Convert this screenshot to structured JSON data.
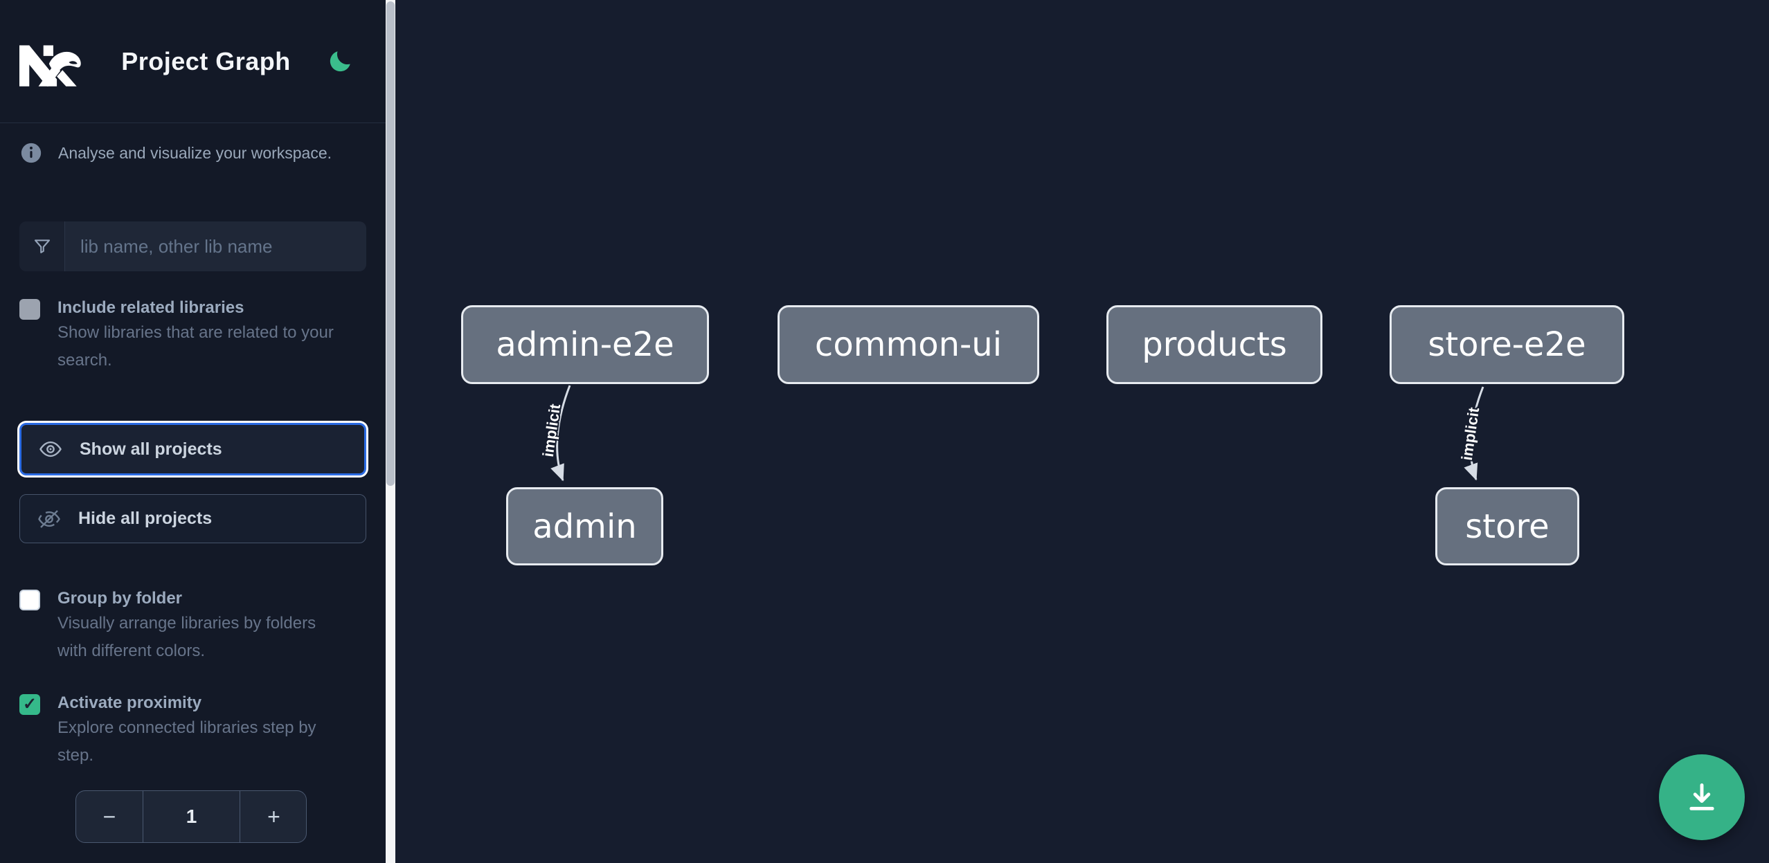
{
  "header": {
    "title": "Project Graph"
  },
  "intro": {
    "text": "Analyse and visualize your workspace."
  },
  "search": {
    "placeholder": "lib name, other lib name"
  },
  "filters": {
    "include_related": {
      "label": "Include related libraries",
      "description": "Show libraries that are related to your search.",
      "checked": false
    },
    "show_all_label": "Show all projects",
    "hide_all_label": "Hide all projects",
    "group_by_folder": {
      "label": "Group by folder",
      "description": "Visually arrange libraries by folders with different colors.",
      "checked": false
    },
    "activate_proximity": {
      "label": "Activate proximity",
      "description": "Explore connected libraries step by step.",
      "checked": true,
      "check_glyph": "✓"
    }
  },
  "stepper": {
    "decrement_label": "−",
    "value": "1",
    "increment_label": "+"
  },
  "graph": {
    "nodes": [
      {
        "label": "admin-e2e"
      },
      {
        "label": "common-ui"
      },
      {
        "label": "products"
      },
      {
        "label": "store-e2e"
      },
      {
        "label": "admin"
      },
      {
        "label": "store"
      }
    ],
    "edges": [
      {
        "from": "admin-e2e",
        "to": "admin",
        "label": "implicit"
      },
      {
        "from": "store-e2e",
        "to": "store",
        "label": "implicit"
      }
    ]
  },
  "icons": {
    "logo": "nx-logo",
    "theme": "moon-icon",
    "info": "info-icon",
    "search": "funnel-icon",
    "show": "eye-icon",
    "hide": "eye-off-icon",
    "fab": "download-icon"
  },
  "colors": {
    "accent_green": "#35b287",
    "focus_blue": "#2b6be3",
    "node_fill": "#66707f",
    "node_border": "#e7ebf0",
    "edge": "#d6dce5",
    "sidebar_bg": "#131927",
    "canvas_bg": "#161d2e"
  }
}
